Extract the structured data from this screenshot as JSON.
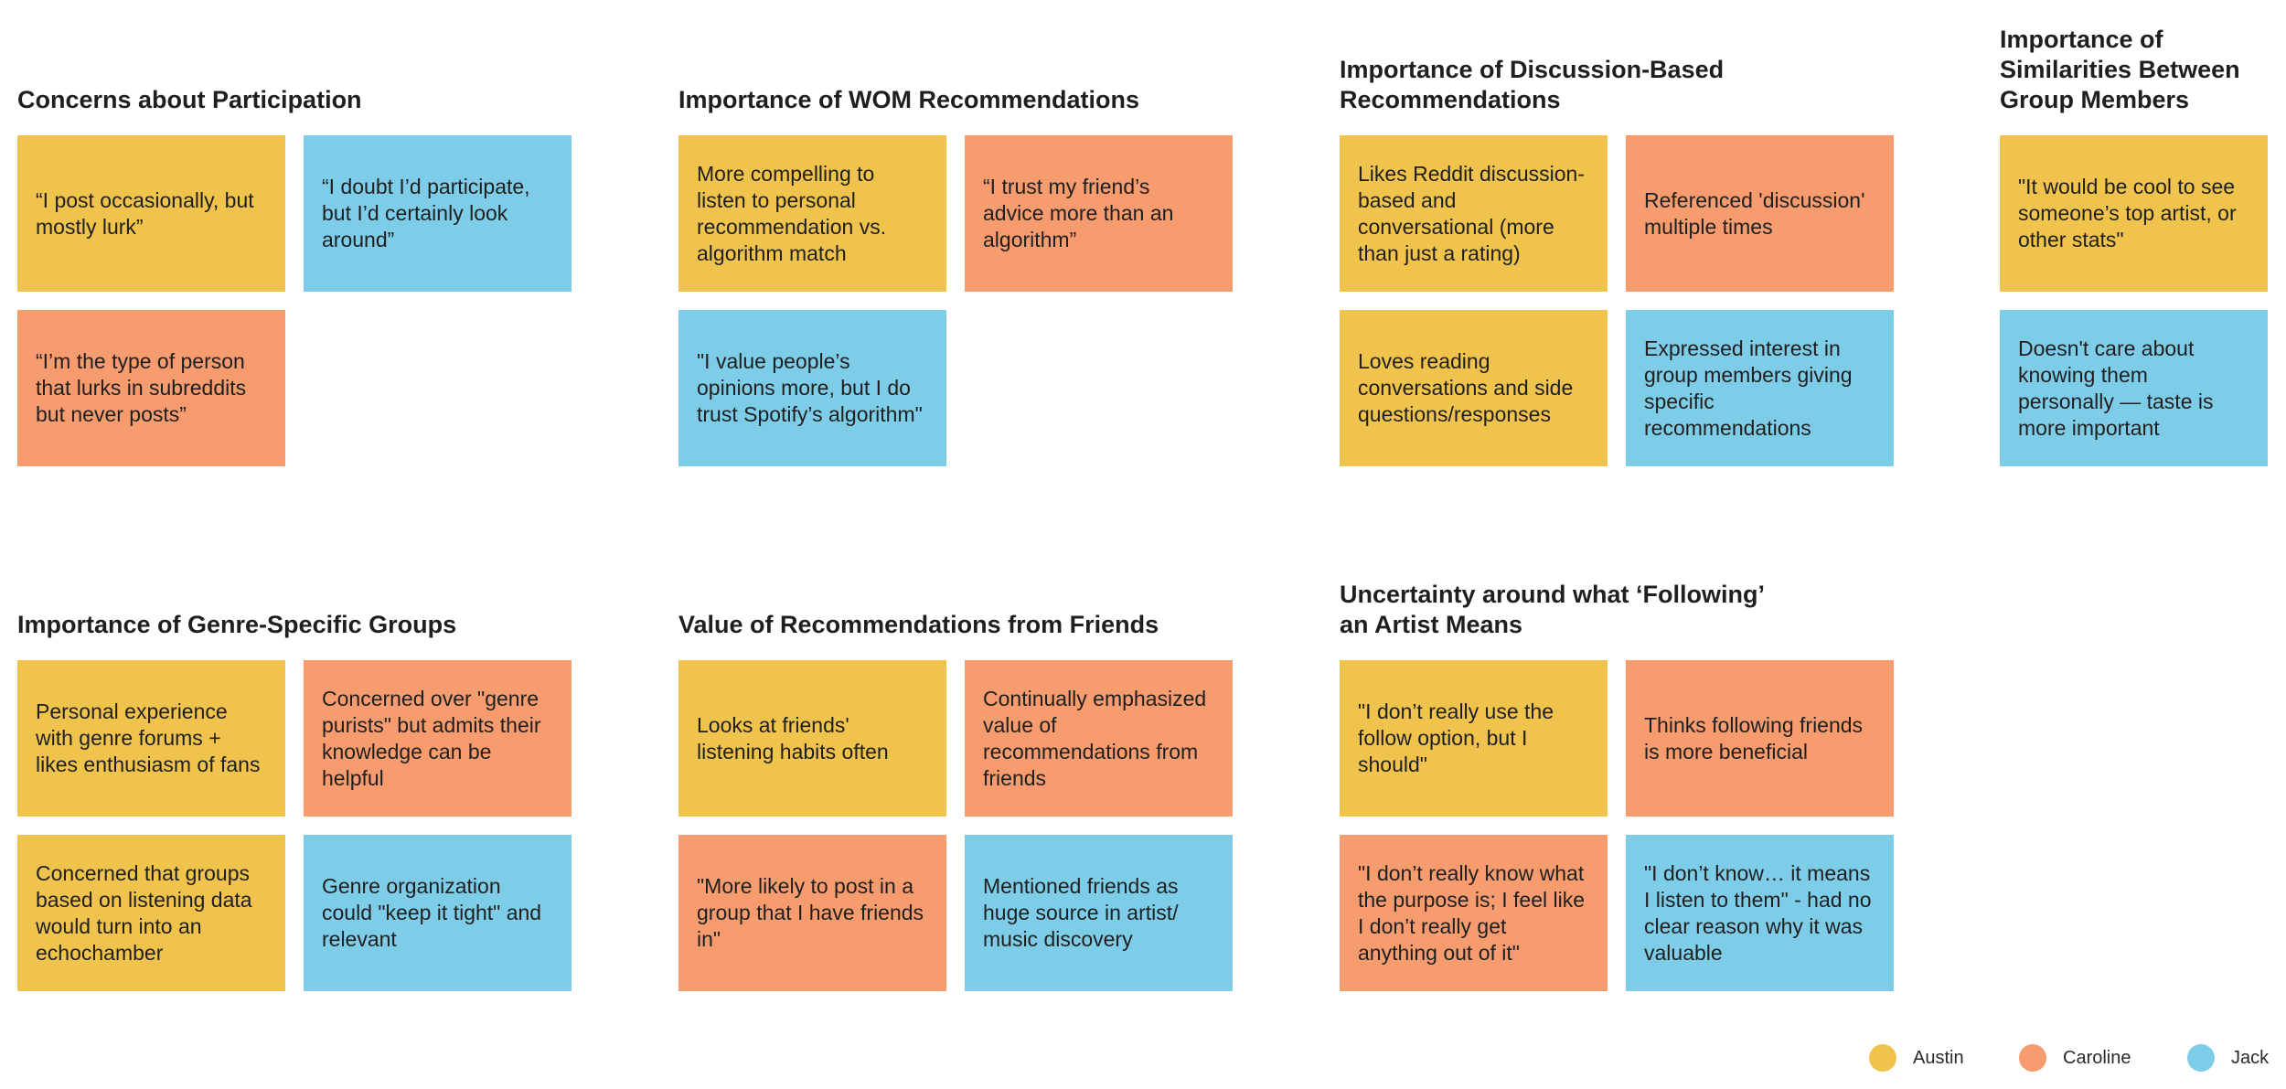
{
  "colors": {
    "austin": "#f0c34d",
    "caroline": "#f79c6f",
    "jack": "#7ecde8"
  },
  "clusters": [
    {
      "title": "Concerns about Participation",
      "notes": [
        {
          "person": "Austin",
          "text": "“I post occasionally, but mostly lurk”"
        },
        {
          "person": "Jack",
          "text": "“I doubt I’d participate, but I’d certainly look around”"
        },
        {
          "person": "Caroline",
          "text": "“I’m the type of person that lurks in subreddits but never posts”"
        }
      ]
    },
    {
      "title": "Importance of WOM Recommendations",
      "notes": [
        {
          "person": "Austin",
          "text": "More compelling to listen to personal recommendation vs. algorithm match"
        },
        {
          "person": "Caroline",
          "text": "“I trust my friend’s advice more than an algorithm”"
        },
        {
          "person": "Jack",
          "text": "\"I value people’s opinions more, but I do trust Spotify’s algorithm\""
        }
      ]
    },
    {
      "title": "Importance of Discussion-Based Recommendations",
      "notes": [
        {
          "person": "Austin",
          "text": "Likes Reddit discussion-based and conversational (more than just a rating)"
        },
        {
          "person": "Caroline",
          "text": "Referenced 'discussion' multiple times"
        },
        {
          "person": "Austin",
          "text": "Loves reading conversations and side questions/responses"
        },
        {
          "person": "Jack",
          "text": "Expressed interest in group members giving specific recommendations"
        }
      ]
    },
    {
      "title": "Importance of Similarities Between Group Members",
      "notes": [
        {
          "person": "Austin",
          "text": "\"It would be cool to see someone’s top artist, or other stats\""
        },
        {
          "person": "Jack",
          "text": "Doesn't care about knowing them personally — taste is more important"
        }
      ]
    },
    {
      "title": "Importance of Genre-Specific Groups",
      "notes": [
        {
          "person": "Austin",
          "text": "Personal experience with genre forums + likes enthusiasm of fans"
        },
        {
          "person": "Caroline",
          "text": "Concerned over \"genre purists\" but admits their knowledge can be helpful"
        },
        {
          "person": "Austin",
          "text": "Concerned that groups based on listening data would turn into an echochamber"
        },
        {
          "person": "Jack",
          "text": "Genre organization could \"keep it tight\" and relevant"
        }
      ]
    },
    {
      "title": "Value of Recommendations from Friends",
      "notes": [
        {
          "person": "Austin",
          "text": "Looks at friends' listening habits often"
        },
        {
          "person": "Caroline",
          "text": "Continually emphasized value of recommendations from friends"
        },
        {
          "person": "Caroline",
          "text": "\"More likely to post in a group that I have friends in\""
        },
        {
          "person": "Jack",
          "text": "Mentioned friends as huge source in artist/ music discovery"
        }
      ]
    },
    {
      "title": "Uncertainty around what ‘Following’ an Artist Means",
      "notes": [
        {
          "person": "Austin",
          "text": "\"I don’t really use the follow option, but I should\""
        },
        {
          "person": "Caroline",
          "text": "Thinks following friends is more beneficial"
        },
        {
          "person": "Caroline",
          "text": "\"I don’t really know what the purpose is; I feel like I don’t really get anything out of it\""
        },
        {
          "person": "Jack",
          "text": "\"I don’t know… it means I listen to them\" - had no clear reason why it was valuable"
        }
      ]
    }
  ],
  "legend": [
    {
      "label": "Austin"
    },
    {
      "label": "Caroline"
    },
    {
      "label": "Jack"
    }
  ]
}
